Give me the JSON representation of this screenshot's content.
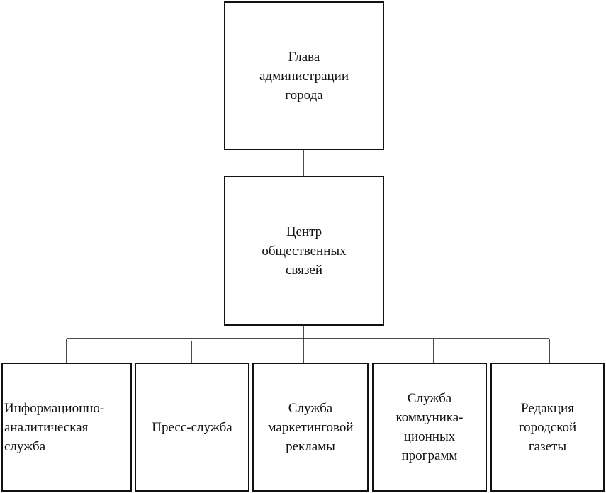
{
  "nodes": {
    "head": {
      "label": "Глава\nадминистрации\nгорода"
    },
    "center": {
      "label": "Центр\nобщественных\nсвязей"
    },
    "info": {
      "label": "Информационно-\nаналитическая\nслужба"
    },
    "press": {
      "label": "Пресс-служба"
    },
    "marketing": {
      "label": "Служба\nмаркетинговой\nрекламы"
    },
    "communication": {
      "label": "Служба\nкоммуника-\nционных\nпрограмм"
    },
    "newspaper": {
      "label": "Редакция\nгородской\nгазеты"
    }
  }
}
